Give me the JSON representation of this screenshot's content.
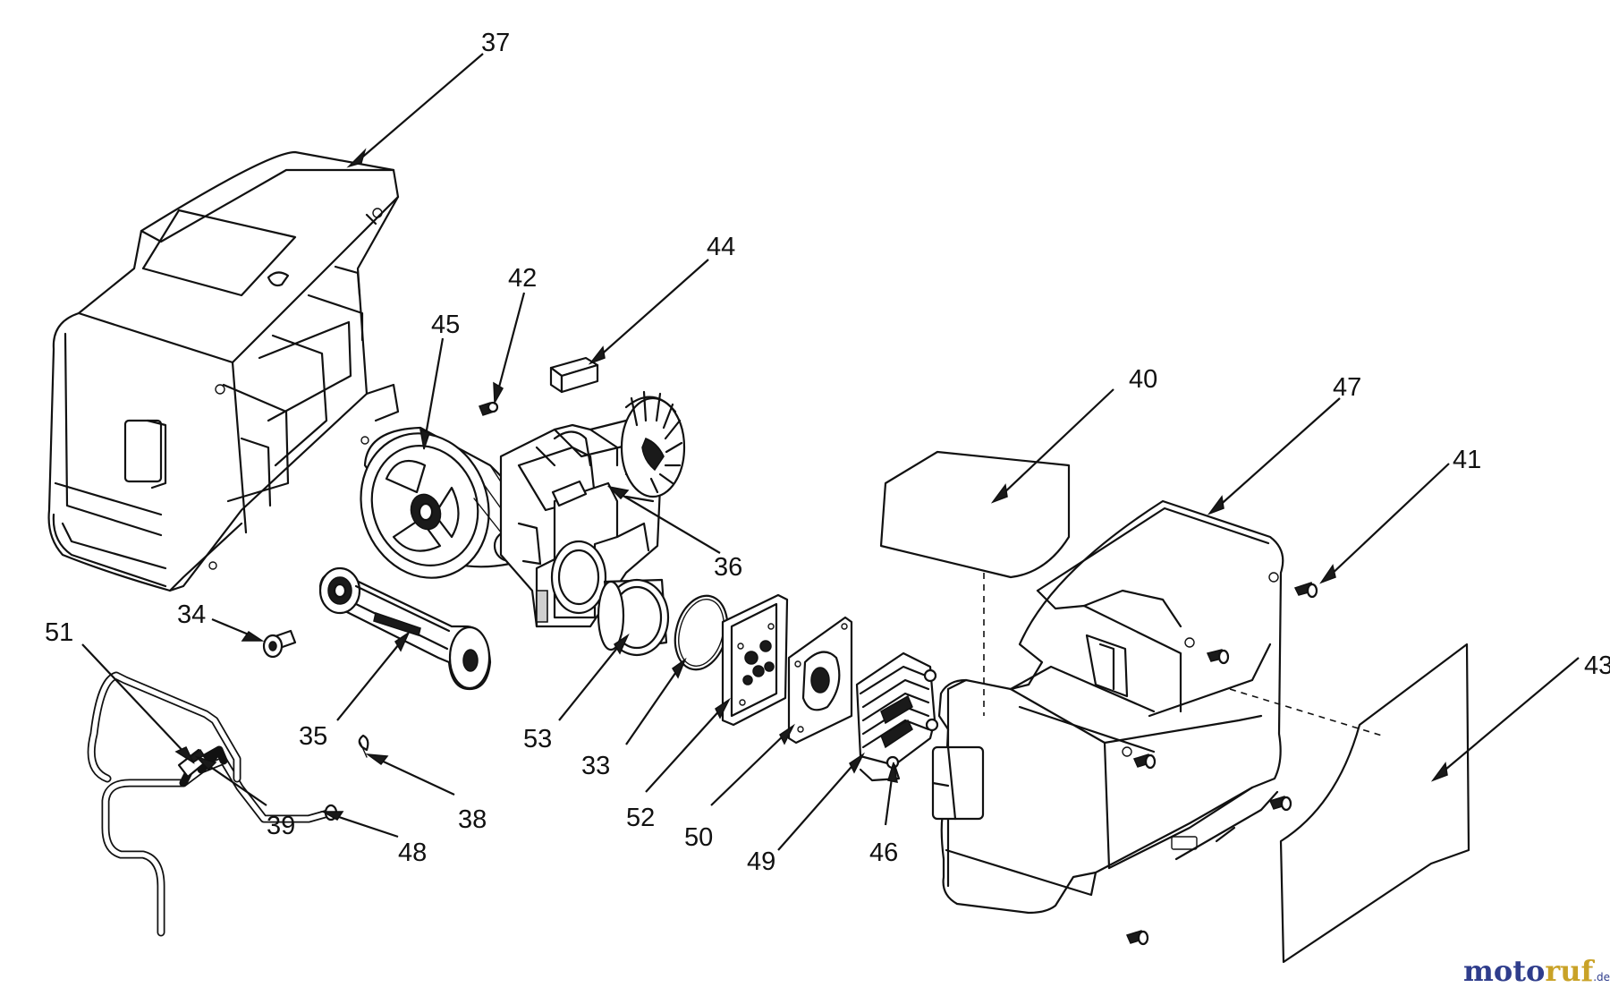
{
  "diagram": {
    "type": "exploded-parts-view",
    "callouts": [
      {
        "id": "37",
        "label": "37"
      },
      {
        "id": "42",
        "label": "42"
      },
      {
        "id": "44",
        "label": "44"
      },
      {
        "id": "45",
        "label": "45"
      },
      {
        "id": "40",
        "label": "40"
      },
      {
        "id": "47",
        "label": "47"
      },
      {
        "id": "41",
        "label": "41"
      },
      {
        "id": "36",
        "label": "36"
      },
      {
        "id": "34",
        "label": "34"
      },
      {
        "id": "51",
        "label": "51"
      },
      {
        "id": "43",
        "label": "43"
      },
      {
        "id": "35",
        "label": "35"
      },
      {
        "id": "53",
        "label": "53"
      },
      {
        "id": "33",
        "label": "33"
      },
      {
        "id": "38",
        "label": "38"
      },
      {
        "id": "39",
        "label": "39"
      },
      {
        "id": "52",
        "label": "52"
      },
      {
        "id": "48",
        "label": "48"
      },
      {
        "id": "50",
        "label": "50"
      },
      {
        "id": "46",
        "label": "46"
      },
      {
        "id": "49",
        "label": "49"
      }
    ]
  },
  "watermark": {
    "part1": "moto",
    "part2": "ruf",
    "suffix": ".de",
    "color_primary": "#2f3d8c",
    "color_accent": "#c9a227"
  }
}
